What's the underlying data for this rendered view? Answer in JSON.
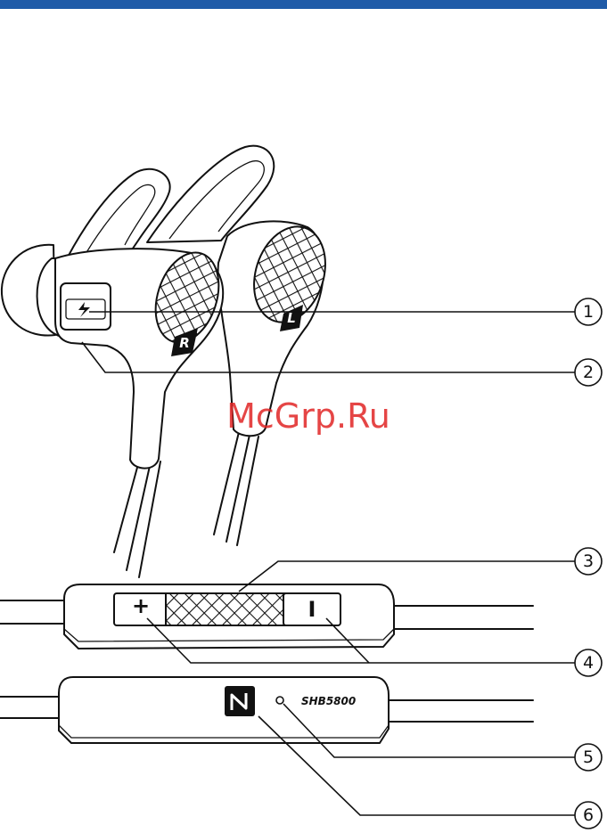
{
  "header": {
    "bar_color": "#1f5ba8"
  },
  "earphones": {
    "right_label": "R",
    "left_label": "L",
    "charge_icon": "lightning-icon"
  },
  "remote": {
    "volume_up_label": "+",
    "volume_down_label": "I"
  },
  "battery_unit": {
    "model_name": "SHB5800",
    "nfc_icon": "nfc-logo-icon"
  },
  "watermark": {
    "text": "McGrp.Ru",
    "color": "#e02424"
  },
  "callouts": [
    "1",
    "2",
    "3",
    "4",
    "5",
    "6"
  ]
}
